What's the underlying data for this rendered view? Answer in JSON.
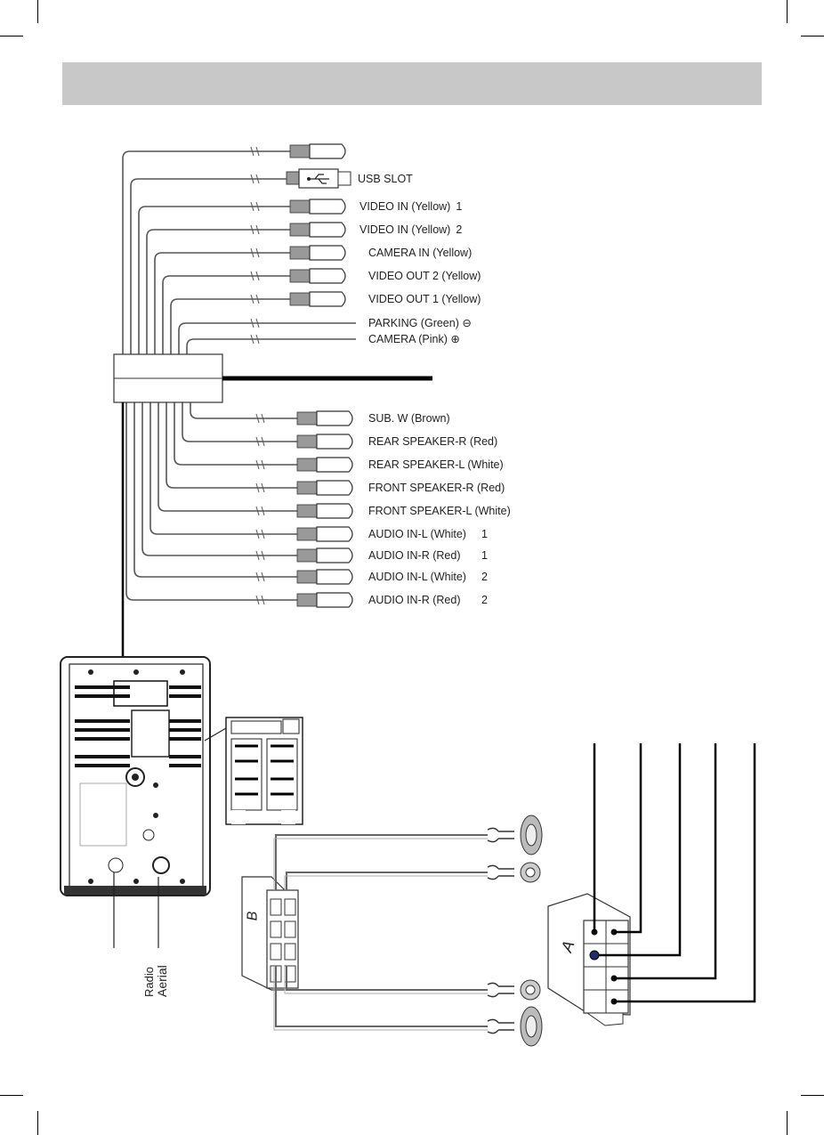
{
  "connectors_top": [
    {
      "label": "USB SLOT",
      "num": ""
    },
    {
      "label": "VIDEO IN (Yellow)",
      "num": "1"
    },
    {
      "label": "VIDEO IN (Yellow)",
      "num": "2"
    },
    {
      "label": "CAMERA IN (Yellow)",
      "num": ""
    },
    {
      "label": "VIDEO OUT 2 (Yellow)",
      "num": ""
    },
    {
      "label": "VIDEO OUT 1 (Yellow)",
      "num": ""
    },
    {
      "label": "PARKING (Green)",
      "num": ""
    },
    {
      "label": "CAMERA (Pink)",
      "num": ""
    }
  ],
  "connectors_bottom": [
    {
      "label": "SUB. W (Brown)",
      "num": ""
    },
    {
      "label": "REAR SPEAKER-R (Red)",
      "num": ""
    },
    {
      "label": "REAR SPEAKER-L (White)",
      "num": ""
    },
    {
      "label": "FRONT SPEAKER-R (Red)",
      "num": ""
    },
    {
      "label": "FRONT SPEAKER-L (White)",
      "num": ""
    },
    {
      "label": "AUDIO IN-L (White)",
      "num": "1"
    },
    {
      "label": "AUDIO IN-R (Red)",
      "num": "1"
    },
    {
      "label": "AUDIO IN-L (White)",
      "num": "2"
    },
    {
      "label": "AUDIO IN-R (Red)",
      "num": "2"
    }
  ],
  "aerial": {
    "line1": "Radio",
    "line2": "Aerial"
  },
  "symbols": {
    "minus": "⊖",
    "plus": "⊕"
  },
  "connector_letters": {
    "a": "A",
    "b": "B"
  },
  "colors": {
    "header": "#c8c8c8",
    "line": "#111111",
    "wire": "#555555"
  }
}
